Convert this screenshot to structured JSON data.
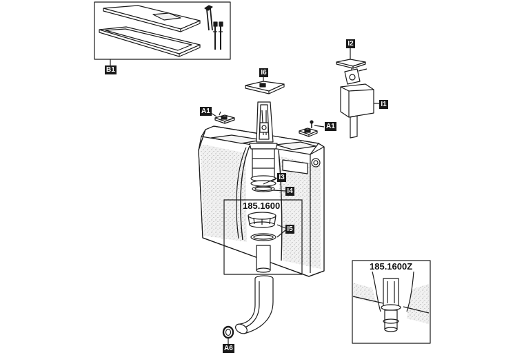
{
  "labels": {
    "b1": "B1",
    "i6": "I6",
    "i2": "I2",
    "i1": "I1",
    "a1_left": "A1",
    "a1_right": "A1",
    "i3": "I3",
    "i4": "I4",
    "i5": "I5",
    "a6": "A6"
  },
  "references": {
    "kit_main": "185.1600",
    "kit_alt": "185.1600Z"
  },
  "colors": {
    "line": "#1a1a1a",
    "speckle": "#e8e8e8",
    "tag_bg": "#1a1a1a",
    "tag_text": "#ffffff"
  }
}
